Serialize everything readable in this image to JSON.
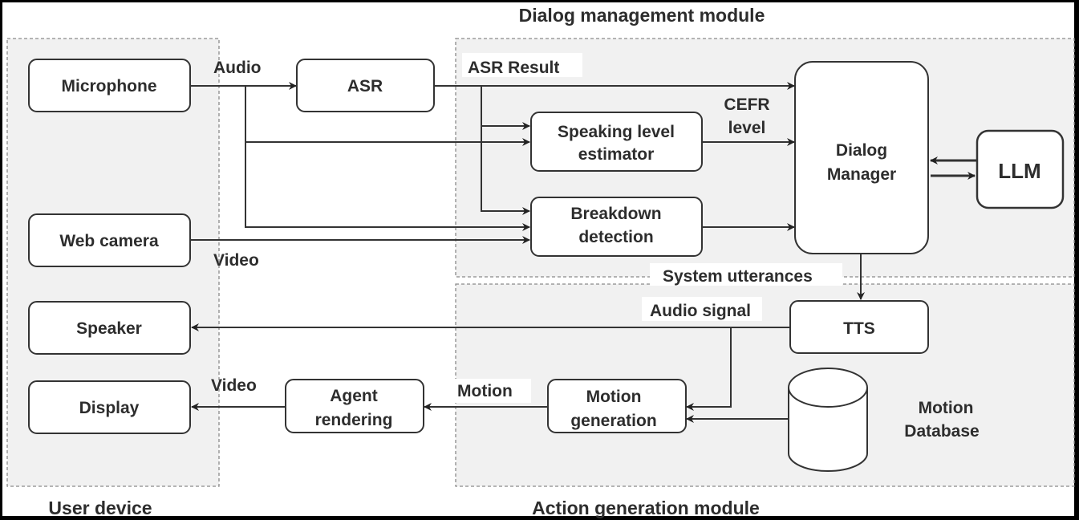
{
  "modules": {
    "dialog_management": "Dialog management module",
    "user_device": "User device",
    "action_generation": "Action generation module"
  },
  "nodes": {
    "microphone": [
      "Microphone"
    ],
    "web_camera": [
      "Web camera"
    ],
    "speaker": [
      "Speaker"
    ],
    "display": [
      "Display"
    ],
    "asr": [
      "ASR"
    ],
    "speaking_level_estimator": [
      "Speaking level",
      "estimator"
    ],
    "breakdown_detection": [
      "Breakdown",
      "detection"
    ],
    "dialog_manager": [
      "Dialog",
      "Manager"
    ],
    "llm": [
      "LLM"
    ],
    "tts": [
      "TTS"
    ],
    "motion_generation": [
      "Motion",
      "generation"
    ],
    "agent_rendering": [
      "Agent",
      "rendering"
    ],
    "motion_database": [
      "Motion",
      "Database"
    ]
  },
  "edge_labels": {
    "audio": "Audio",
    "asr_result": "ASR Result",
    "cefr_level": [
      "CEFR",
      "level"
    ],
    "video_in": "Video",
    "system_utterances": "System utterances",
    "audio_signal": "Audio signal",
    "motion": "Motion",
    "video_out": "Video"
  }
}
